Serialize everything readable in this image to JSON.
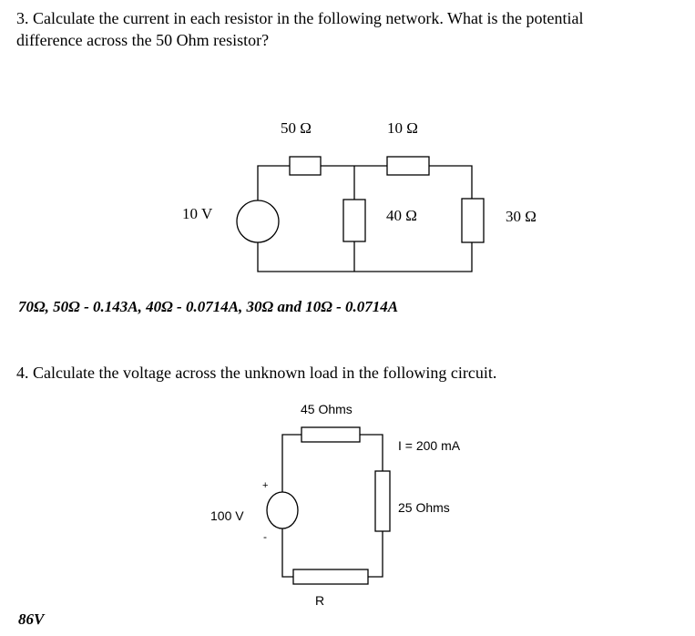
{
  "q3": {
    "line1": "3. Calculate the current in each resistor in the following network. What is the potential",
    "line2": "difference across the 50 Ohm resistor?",
    "labels": {
      "r50": "50 Ω",
      "r10": "10 Ω",
      "r40": "40 Ω",
      "r30": "30 Ω",
      "v10": "10 V"
    },
    "answer": "70Ω, 50Ω - 0.143A, 40Ω - 0.0714A, 30Ω and 10Ω - 0.0714A"
  },
  "q4": {
    "line1": "4. Calculate the voltage across the unknown load in the following circuit.",
    "labels": {
      "r45": "45 Ohms",
      "current": "I = 200 mA",
      "r25": "25 Ohms",
      "v100": "100 V",
      "rload": "R",
      "plus": "+",
      "minus": "-"
    },
    "answer": "86V"
  }
}
